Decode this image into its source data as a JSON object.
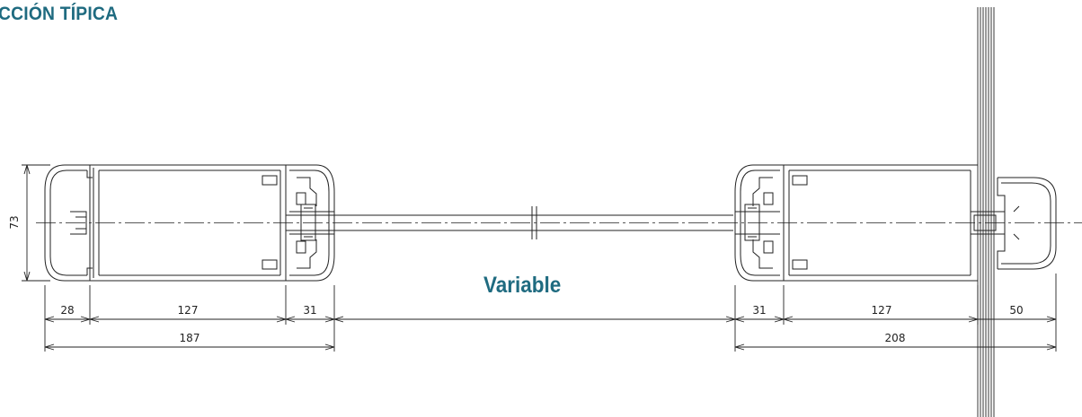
{
  "title": "CCIÓN TÍPICA",
  "variable_label": "Variable",
  "dims": {
    "height": "73",
    "left_a": "28",
    "left_b": "127",
    "left_c": "31",
    "left_total": "187",
    "right_c": "31",
    "right_b": "127",
    "right_d": "50",
    "right_total": "208"
  },
  "colors": {
    "accent": "#1f6b80",
    "line": "#222222"
  }
}
